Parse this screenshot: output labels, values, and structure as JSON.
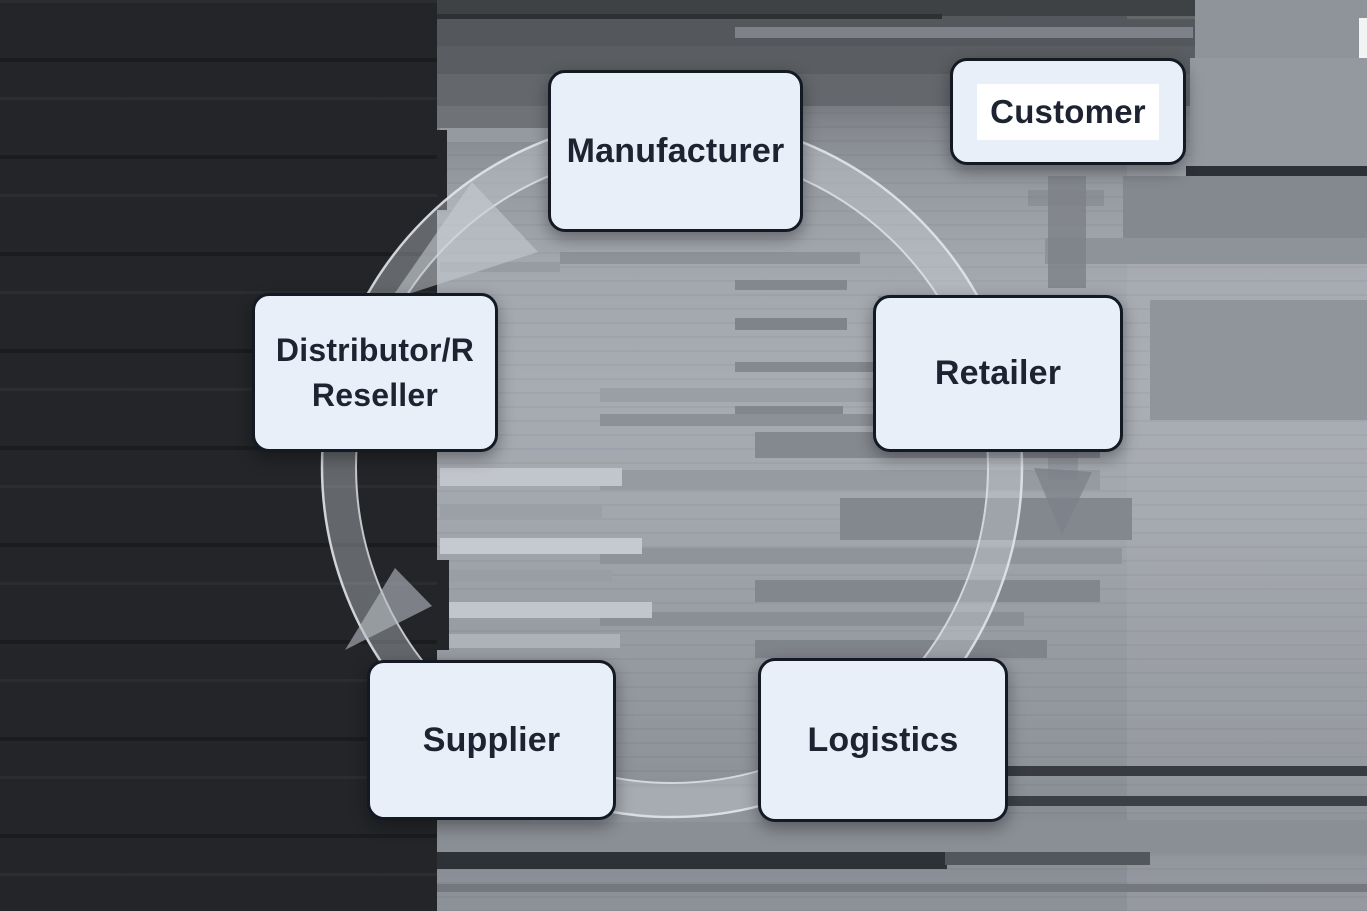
{
  "nodes": {
    "manufacturer": {
      "label": "Manufacturer"
    },
    "customer": {
      "label": "Customer"
    },
    "retailer": {
      "label": "Retailer"
    },
    "distributor": {
      "line1": "Distributor/R",
      "line2": "Reseller"
    },
    "supplier": {
      "label": "Supplier"
    },
    "logistics": {
      "label": "Logistics"
    }
  },
  "palette": {
    "node_fill": "#e9eff9",
    "node_border": "#141a24",
    "node_text": "#1d2331",
    "customer_highlight": "#ffffff",
    "background_dark": "#232528",
    "background_gray": "#a7abb2",
    "ring_gray": "#cdd2d8"
  }
}
